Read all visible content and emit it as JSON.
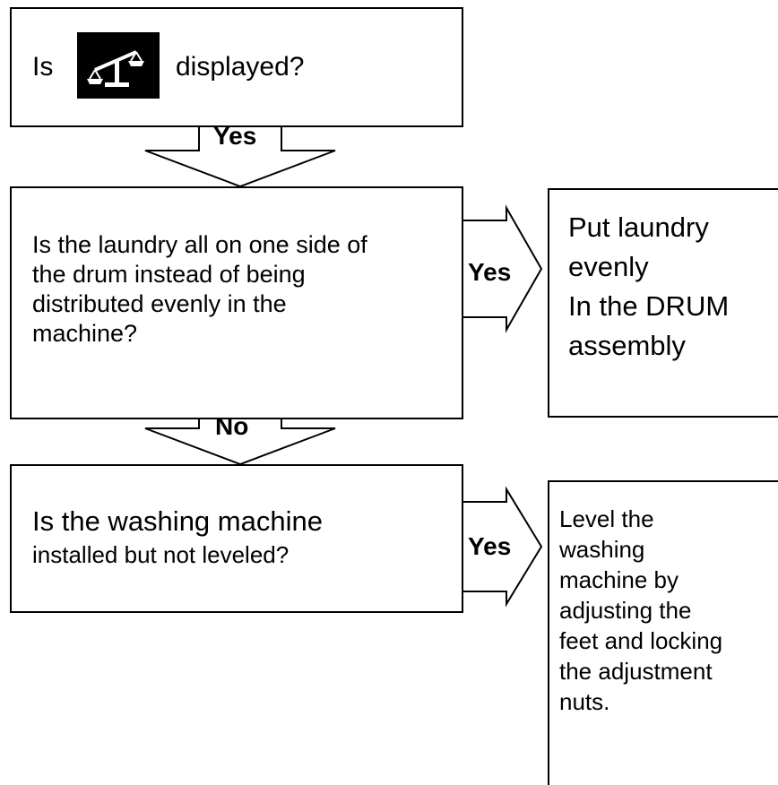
{
  "step1": {
    "prefix": "Is",
    "icon": "unbalance-scale-icon",
    "suffix": "displayed?",
    "answer": "Yes"
  },
  "step2": {
    "question_lines": [
      "Is the laundry all on one side of",
      "the drum instead of being",
      "distributed evenly in the",
      "machine?"
    ],
    "yes_label": "Yes",
    "yes_action_lines": [
      "Put laundry",
      "evenly",
      "In the DRUM",
      "assembly"
    ],
    "no_label": "No"
  },
  "step3": {
    "question_lines": [
      "Is the washing machine",
      "installed but not leveled?"
    ],
    "yes_label": "Yes",
    "yes_action_lines": [
      "Level the",
      "washing",
      "machine by",
      "adjusting the",
      "feet and locking",
      "the adjustment",
      "nuts."
    ]
  }
}
